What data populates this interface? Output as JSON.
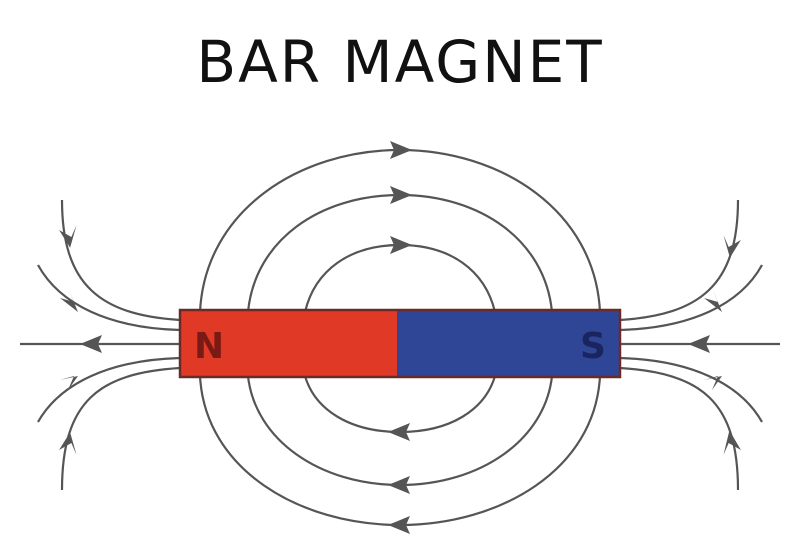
{
  "title": "BAR MAGNET",
  "magnet": {
    "north_label": "N",
    "south_label": "S",
    "north_color": "#e03a26",
    "south_color": "#2f4596",
    "label_color": "#7a1a14",
    "south_label_color": "#1a2560",
    "outline_color": "#6b2a26"
  },
  "field": {
    "line_color": "#555555",
    "direction": "north-to-south"
  }
}
